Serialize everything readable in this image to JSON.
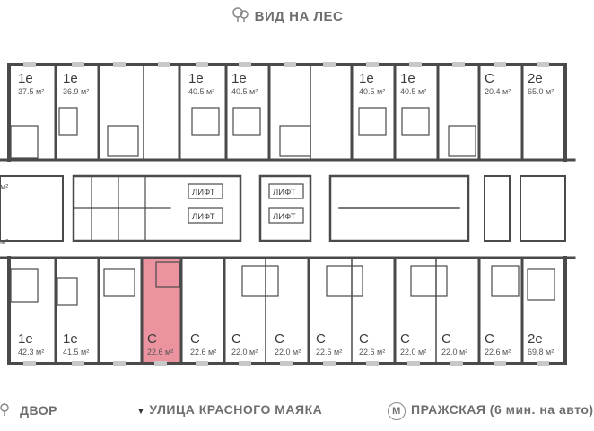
{
  "header": {
    "title": "ВИД НА ЛЕС"
  },
  "lift_label": "ЛИФТ",
  "area_unit": "м²",
  "apartments_top": [
    {
      "type": "1е",
      "area": "37.5 м²"
    },
    {
      "type": "1е",
      "area": "36.9 м²"
    },
    {
      "type": "1е",
      "area": "40.5 м²"
    },
    {
      "type": "1е",
      "area": "40.5 м²"
    },
    {
      "type": "1е",
      "area": "40.5 м²"
    },
    {
      "type": "1е",
      "area": "40.5 м²"
    },
    {
      "type": "С",
      "area": "20.4 м²"
    },
    {
      "type": "2е",
      "area": "65.0 м²"
    }
  ],
  "apartments_bottom": [
    {
      "type": "1е",
      "area": "42.3 м²"
    },
    {
      "type": "1е",
      "area": "41.5 м²"
    },
    {
      "type": "С",
      "area": "22.6 м²",
      "selected": true
    },
    {
      "type": "С",
      "area": "22.6 м²"
    },
    {
      "type": "С",
      "area": "22.0 м²"
    },
    {
      "type": "С",
      "area": "22.0 м²"
    },
    {
      "type": "С",
      "area": "22.6 м²"
    },
    {
      "type": "С",
      "area": "22.6 м²"
    },
    {
      "type": "С",
      "area": "22.0 м²"
    },
    {
      "type": "С",
      "area": "22.0 м²"
    },
    {
      "type": "С",
      "area": "22.6 м²"
    },
    {
      "type": "2е",
      "area": "69.8 м²"
    }
  ],
  "side_labels": [
    "м²",
    "м²"
  ],
  "footer": {
    "yard": "ДВОР",
    "street": "УЛИЦА КРАСНОГО МАЯКА",
    "metro_letter": "М",
    "metro": "ПРАЖСКАЯ (6 мин. на авто)"
  },
  "colors": {
    "wall": "#4a4a4a",
    "selected": "#e8808e",
    "text": "#6e6e6e"
  },
  "icons": [
    "tree-icon",
    "arrow-down-icon",
    "metro-icon"
  ]
}
